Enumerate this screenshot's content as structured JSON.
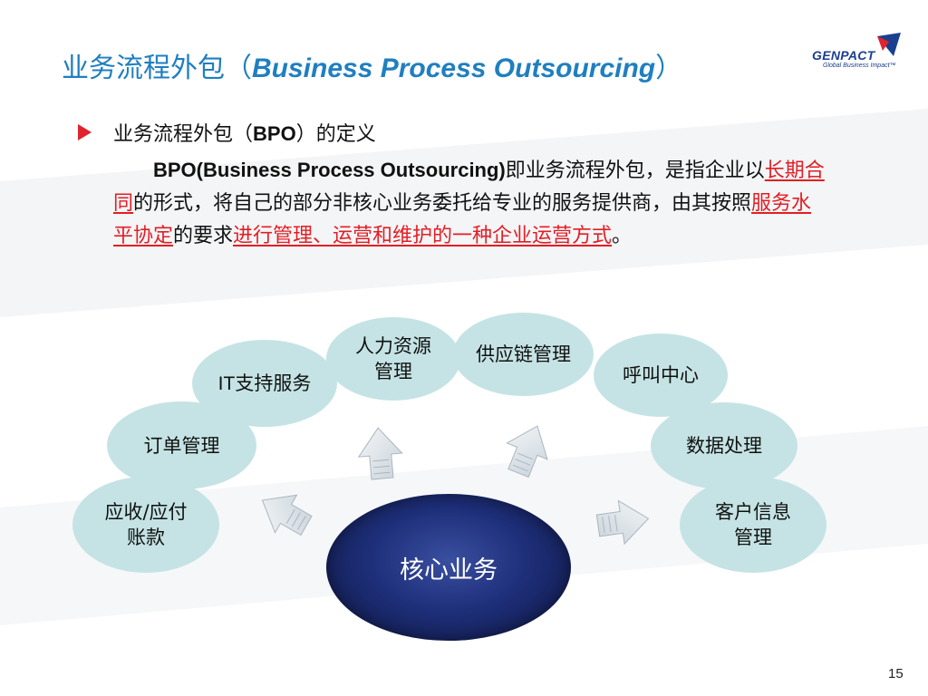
{
  "title": {
    "cn": "业务流程外包（",
    "en": "Business Process Outsourcing",
    "close": "）"
  },
  "logo": {
    "name": "GENPACT",
    "tagline": "Global Business Impact™"
  },
  "section": {
    "heading_pre": "业务流程外包（",
    "heading_bold": "BPO",
    "heading_post": "）的定义",
    "para": {
      "p1_bold": "BPO(Business Process Outsourcing)",
      "p1_text": "即业务流程外包，是指企业以",
      "p1_red": "长期合同",
      "p2_text": "的形式，将自己的部分非核心业务委托给专业的服务提供商，由其按照",
      "p2_red": "服务水平协定",
      "p3_text": "的要求",
      "p3_red": "进行管理、运营和维护的一种企业运营方式",
      "p3_end": "。"
    }
  },
  "diagram": {
    "core": "核心业务",
    "nodes": {
      "hr_1": "人力资源",
      "hr_2": "管理",
      "supply": "供应链管理",
      "it_prefix": "IT",
      "it_suffix": "支持服务",
      "callcenter": "呼叫中心",
      "order": "订单管理",
      "data": "数据处理",
      "ar_1": "应收/应付",
      "ar_2": "账款",
      "cust_1": "客户信息",
      "cust_2": "管理"
    }
  },
  "colors": {
    "title": "#1f7fc0",
    "accent_red": "#e31e24",
    "node_fill": "#c5e3e4",
    "core_fill": "#1e2f7a",
    "arrow_fill": "#dde4e8"
  },
  "page_number": "15"
}
